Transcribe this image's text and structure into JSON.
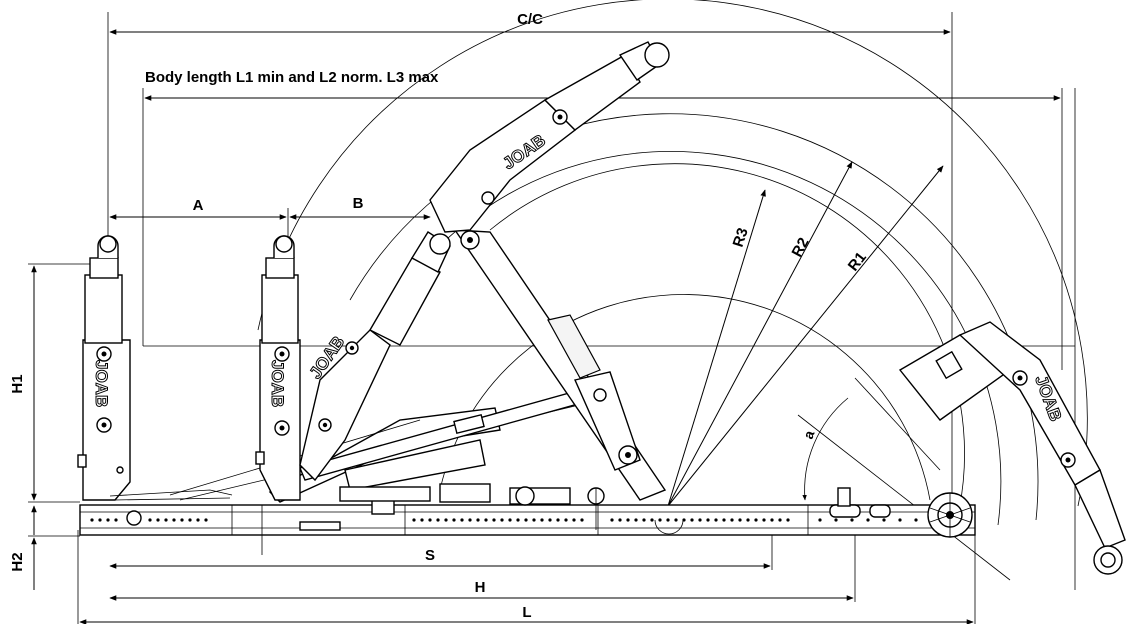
{
  "title": "C/C",
  "body_length_text": "Body length L1 min and L2 norm. L3 max",
  "dimensions": {
    "a": "A",
    "b": "B",
    "h1": "H1",
    "h2": "H2",
    "s": "S",
    "h": "H",
    "l": "L",
    "r1": "R1",
    "r2": "R2",
    "r3": "R3",
    "angle": "a"
  },
  "logo_text": "JOAB"
}
